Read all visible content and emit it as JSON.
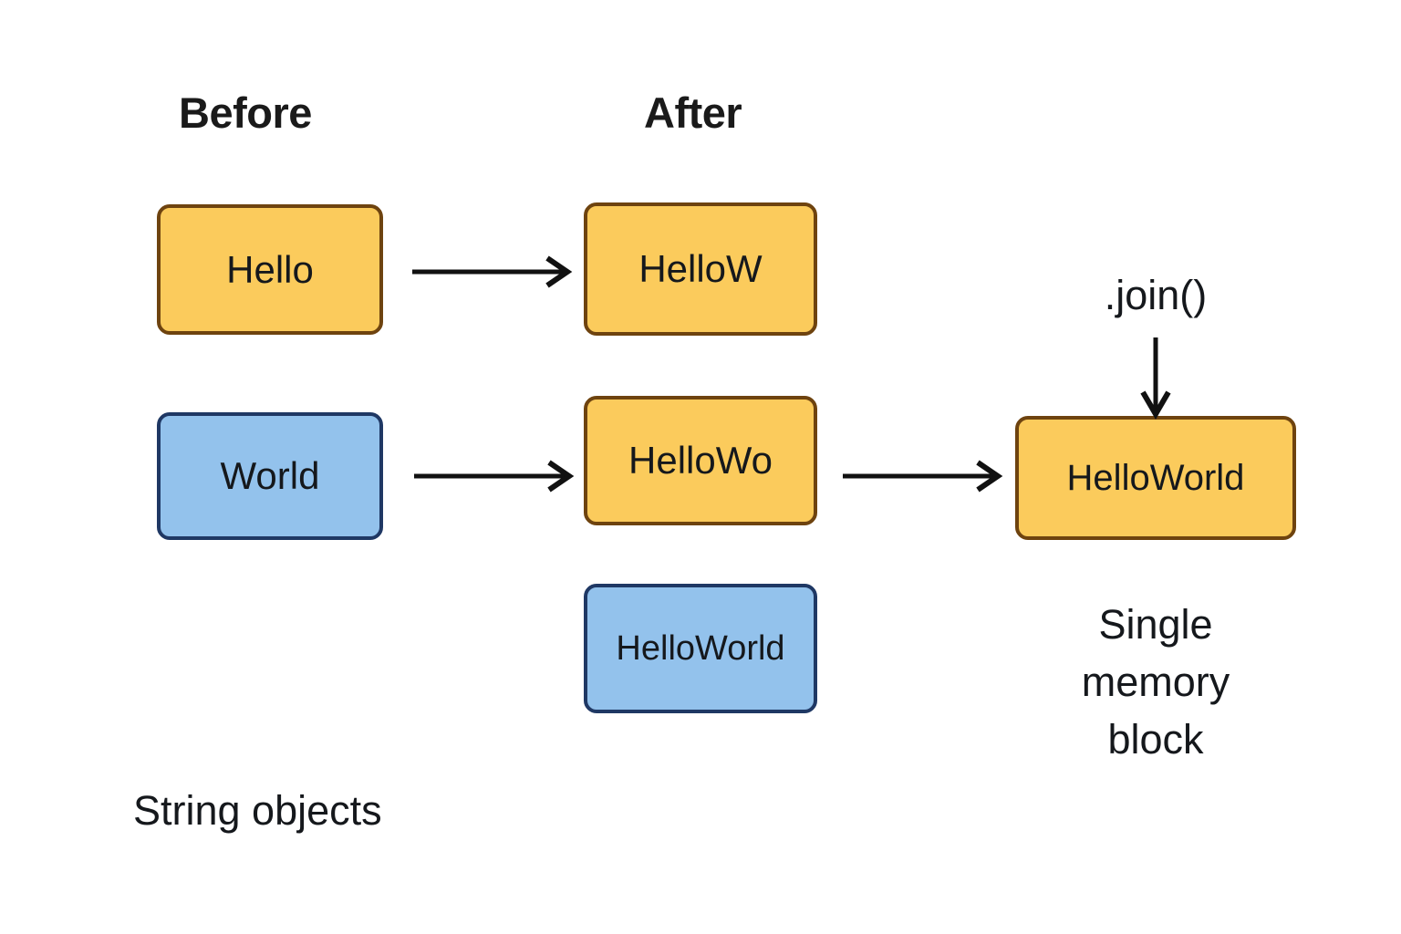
{
  "diagram": {
    "title_before": "Before",
    "title_after": "After",
    "columns": [
      {
        "key": "before",
        "label": "Before"
      },
      {
        "key": "after",
        "label": "After"
      }
    ],
    "boxes": {
      "before_hello": {
        "text": "Hello",
        "color": "orange",
        "fill": "#FBCB5C",
        "stroke": "#6E430F"
      },
      "before_world": {
        "text": "World",
        "color": "blue",
        "fill": "#93C2EC",
        "stroke": "#1F3864"
      },
      "after_hellow": {
        "text": "HelloW",
        "color": "orange",
        "fill": "#FBCB5C",
        "stroke": "#6E430F"
      },
      "after_hellowo": {
        "text": "HelloWo",
        "color": "orange",
        "fill": "#FBCB5C",
        "stroke": "#6E430F"
      },
      "after_helloworld": {
        "text": "HelloWorld",
        "color": "blue",
        "fill": "#93C2EC",
        "stroke": "#1F3864"
      },
      "result_helloworld": {
        "text": "HelloWorld",
        "color": "orange",
        "fill": "#FBCB5C",
        "stroke": "#6E430F"
      }
    },
    "join_label": ".join()",
    "result_caption_line1": "Single",
    "result_caption_line2": "memory",
    "result_caption_line3": "block",
    "footer_caption": "String objects",
    "arrow_color": "#111111",
    "text_color": "#15181c",
    "background": "#ffffff"
  }
}
